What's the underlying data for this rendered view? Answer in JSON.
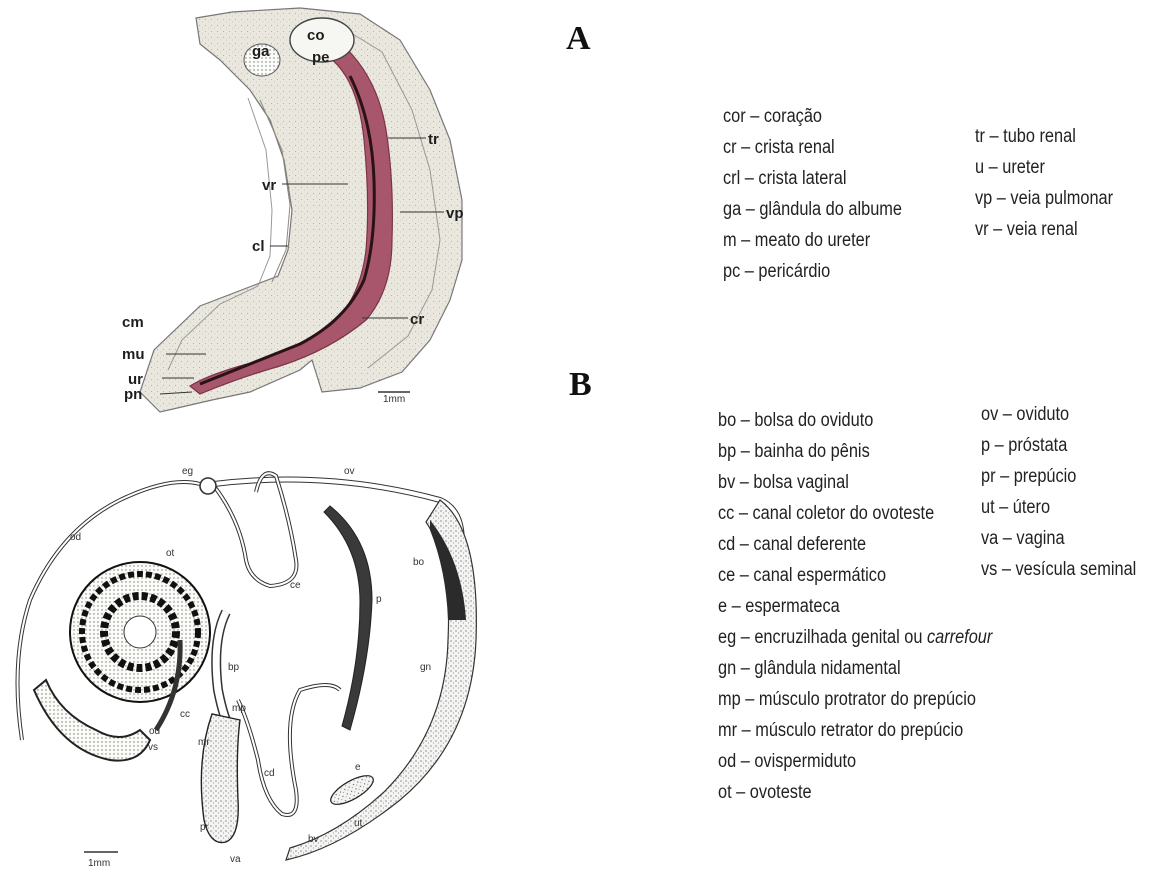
{
  "panels": {
    "a": {
      "letter": "A",
      "labels": {
        "co": "co",
        "ga": "ga",
        "pe": "pe",
        "tr": "tr",
        "vr": "vr",
        "vp": "vp",
        "cl": "cl",
        "cm": "cm",
        "cr": "cr",
        "mu": "mu",
        "ur": "ur",
        "pn": "pn",
        "scale": "1mm"
      },
      "legend_left": [
        {
          "abbr": "cor",
          "term": "coração"
        },
        {
          "abbr": "cr",
          "term": "crista renal"
        },
        {
          "abbr": "crl",
          "term": "crista lateral"
        },
        {
          "abbr": "ga",
          "term": "glândula do albume"
        },
        {
          "abbr": "m",
          "term": "meato do ureter"
        },
        {
          "abbr": "pc",
          "term": "pericárdio"
        }
      ],
      "legend_right": [
        {
          "abbr": "tr",
          "term": "tubo renal"
        },
        {
          "abbr": "u",
          "term": "ureter"
        },
        {
          "abbr": "vp",
          "term": "veia pulmonar"
        },
        {
          "abbr": "vr",
          "term": "veia renal"
        }
      ]
    },
    "b": {
      "letter": "B",
      "labels": {
        "eg": "eg",
        "ov": "ov",
        "od": "od",
        "ot": "ot",
        "ce": "ce",
        "bo": "bo",
        "p": "p",
        "gn": "gn",
        "bp": "bp",
        "mp": "mp",
        "cc": "cc",
        "od2": "od",
        "mr": "mr",
        "vs": "vs",
        "cd": "cd",
        "pr": "pr",
        "e": "e",
        "ut": "ut",
        "bv": "bv",
        "va": "va",
        "scale": "1mm"
      },
      "legend_left": [
        {
          "abbr": "bo",
          "term": "bolsa do oviduto"
        },
        {
          "abbr": "bp",
          "term": "bainha do pênis"
        },
        {
          "abbr": "bv",
          "term": "bolsa vaginal"
        },
        {
          "abbr": "cc",
          "term": "canal coletor do ovoteste"
        },
        {
          "abbr": "cd",
          "term": "canal deferente"
        },
        {
          "abbr": "ce",
          "term": "canal espermático"
        },
        {
          "abbr": "e",
          "term": "espermateca"
        },
        {
          "abbr": "eg",
          "term": "encruzilhada genital ou ",
          "term_italic": "carrefour"
        },
        {
          "abbr": "gn",
          "term": "glândula nidamental"
        },
        {
          "abbr": "mp",
          "term": "músculo protrator do prepúcio"
        },
        {
          "abbr": "mr",
          "term": "músculo retrator do prepúcio"
        },
        {
          "abbr": "od",
          "term": "ovispermiduto"
        },
        {
          "abbr": "ot",
          "term": "ovoteste"
        }
      ],
      "legend_right": [
        {
          "abbr": "ov",
          "term": "oviduto"
        },
        {
          "abbr": "p",
          "term": "próstata"
        },
        {
          "abbr": "pr",
          "term": "prepúcio"
        },
        {
          "abbr": "ut",
          "term": "útero"
        },
        {
          "abbr": "va",
          "term": "vagina"
        },
        {
          "abbr": "vs",
          "term": "vesícula seminal"
        }
      ]
    }
  },
  "separator": " – ",
  "colors": {
    "renal_tube": "#a8566b",
    "tissue": "#e6e4da",
    "ink": "#222222"
  }
}
